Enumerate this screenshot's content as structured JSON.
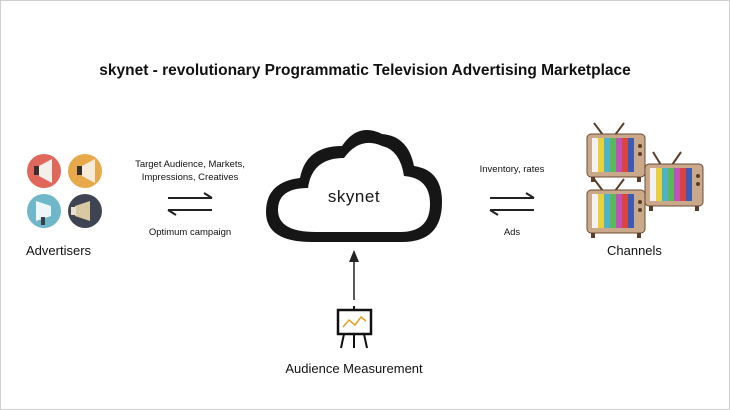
{
  "title": "skynet - revolutionary Programmatic Television Advertising Marketplace",
  "cloud_label": "skynet",
  "left": {
    "top_text_line1": "Target Audience, Markets,",
    "top_text_line2": "Impressions, Creatives",
    "bottom_text": "Optimum campaign",
    "label": "Advertisers"
  },
  "right": {
    "top_text": "Inventory, rates",
    "bottom_text": "Ads",
    "label": "Channels"
  },
  "bottom": {
    "label": "Audience Measurement"
  },
  "icons": {
    "advertisers": [
      "megaphone-icon",
      "megaphone-icon",
      "megaphone-icon",
      "megaphone-icon"
    ],
    "advertiser_colors": [
      "#e0685a",
      "#e8a94a",
      "#6fb7c9",
      "#3f4452"
    ],
    "channels": [
      "tv-icon",
      "tv-icon",
      "tv-icon"
    ],
    "measurement": "easel-chart-icon"
  },
  "colors": {
    "cloud": "#161616",
    "tv_body": "#c9a98a",
    "bars": [
      "#f2f2f2",
      "#e8d13c",
      "#4fb3c8",
      "#5cb85c",
      "#c052b5",
      "#d9443f",
      "#3b5bb5"
    ]
  }
}
